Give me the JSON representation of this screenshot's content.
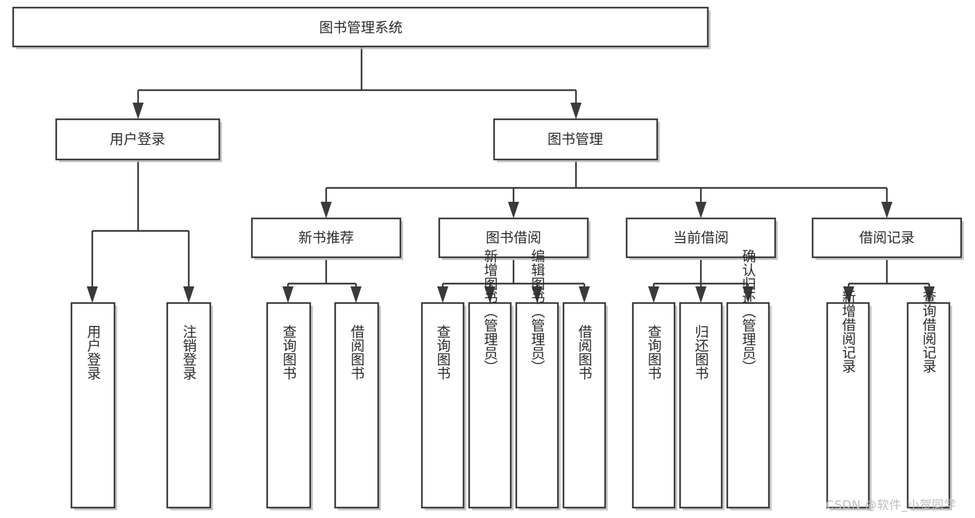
{
  "diagram": {
    "type": "tree",
    "title": "图书管理系统",
    "orientation": "top-down",
    "colors": {
      "box_fill": "#ffffff",
      "box_stroke": "#3a3a3a",
      "connector": "#3a3a3a",
      "text": "#2b2b2b",
      "watermark": "#bdbdbd",
      "background": "#ffffff"
    },
    "root": {
      "id": "root",
      "label": "图书管理系统",
      "level": 0
    },
    "level1": [
      {
        "id": "user-login",
        "label": "用户登录",
        "level": 1
      },
      {
        "id": "book-management",
        "label": "图书管理",
        "level": 1
      }
    ],
    "level2": [
      {
        "id": "new-book-recommend",
        "label": "新书推荐",
        "parent": "book-management",
        "level": 2
      },
      {
        "id": "book-borrow",
        "label": "图书借阅",
        "parent": "book-management",
        "level": 2
      },
      {
        "id": "current-borrow",
        "label": "当前借阅",
        "parent": "book-management",
        "level": 2
      },
      {
        "id": "borrow-record",
        "label": "借阅记录",
        "parent": "book-management",
        "level": 2
      }
    ],
    "leaves": [
      {
        "id": "leaf-user-login",
        "label": "用户登录",
        "parent": "user-login",
        "level": 2
      },
      {
        "id": "leaf-logout-login",
        "label": "注销登录",
        "parent": "user-login",
        "level": 2
      },
      {
        "id": "leaf-query-book-1",
        "label": "查询图书",
        "parent": "new-book-recommend",
        "level": 3
      },
      {
        "id": "leaf-borrow-book-1",
        "label": "借阅图书",
        "parent": "new-book-recommend",
        "level": 3
      },
      {
        "id": "leaf-query-book-2",
        "label": "查询图书",
        "parent": "book-borrow",
        "level": 3
      },
      {
        "id": "leaf-add-book",
        "label": "新增图书（管理员）",
        "parent": "book-borrow",
        "level": 3
      },
      {
        "id": "leaf-edit-book",
        "label": "编辑图书（管理员）",
        "parent": "book-borrow",
        "level": 3
      },
      {
        "id": "leaf-borrow-book-2",
        "label": "借阅图书",
        "parent": "book-borrow",
        "level": 3
      },
      {
        "id": "leaf-query-book-3",
        "label": "查询图书",
        "parent": "current-borrow",
        "level": 3
      },
      {
        "id": "leaf-return-book",
        "label": "归还图书",
        "parent": "current-borrow",
        "level": 3
      },
      {
        "id": "leaf-confirm-return",
        "label": "确认归还（管理员）",
        "parent": "current-borrow",
        "level": 3
      },
      {
        "id": "leaf-add-record",
        "label": "新增借阅记录",
        "parent": "borrow-record",
        "level": 3
      },
      {
        "id": "leaf-query-record",
        "label": "查询借阅记录",
        "parent": "borrow-record",
        "level": 3
      }
    ]
  },
  "watermark": {
    "text": "CSDN @软件_小贺同学"
  }
}
